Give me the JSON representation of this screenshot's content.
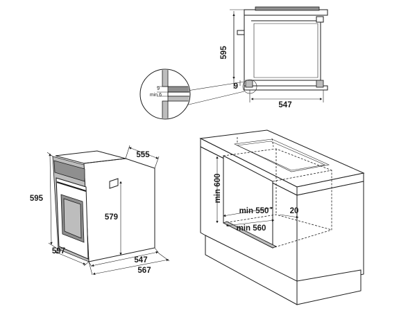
{
  "side_section": {
    "height": "595",
    "gap": "9",
    "depth": "547",
    "detail_top": "9",
    "detail_bottom": "min 6"
  },
  "oven": {
    "width_top": "555",
    "height": "595",
    "inner_height": "579",
    "depth": "597",
    "front_width": "547",
    "total_width": "567"
  },
  "cabinet": {
    "min_height": "min 600",
    "min_width": "min 550",
    "offset": "20",
    "min_depth": "min 560"
  }
}
